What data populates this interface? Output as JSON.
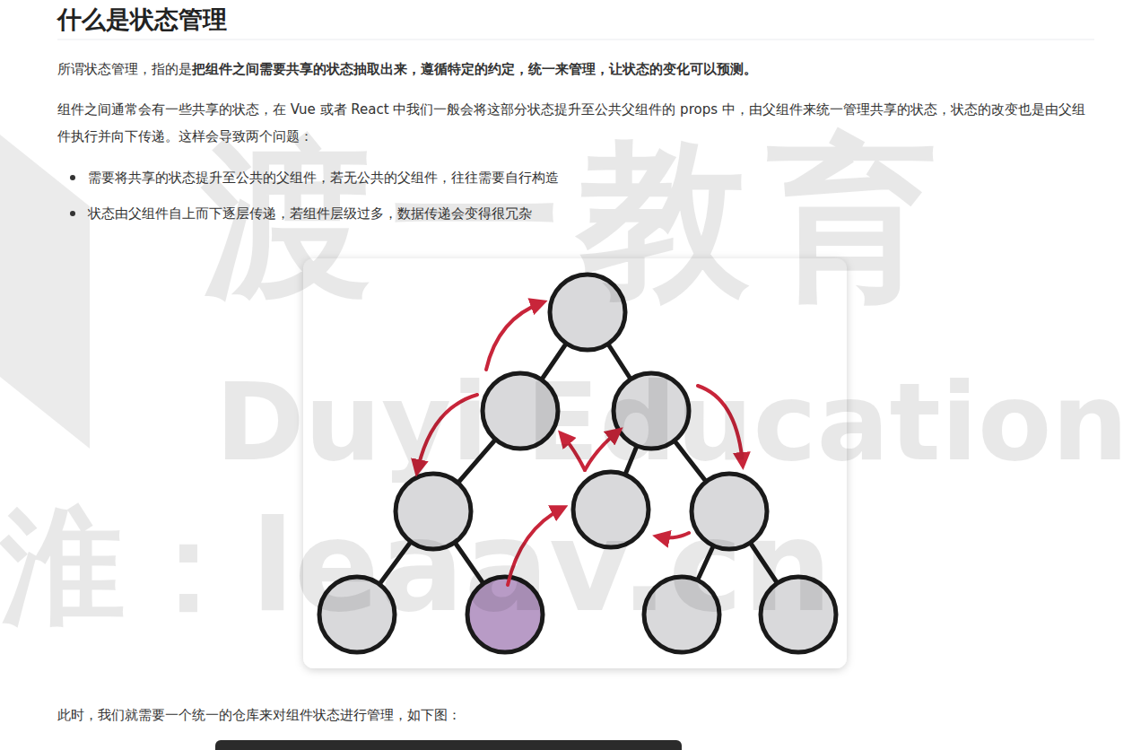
{
  "diagram": {
    "title": "什么是状态管理",
    "labels": [
      "所谓状态管理，指的是",
      "把组件之间需要共享的状态抽取出来，遵循特定的约定，统一来管理，让状态的变化可以预测。",
      "组件之间通常会有一些共享的状态，在 Vue 或者 React 中我们一般会将这部分状态提升至公共父组件的 props 中，由父组件来统一管理共享的状态，状态的改变也是由父组件执行并向下传递。这样会导致两个问题：",
      "需要将共享的状态提升至公共的父组件，若无公共的父组件，往往需要自行构造",
      "状态由父组件自上而下逐层传递，若组件层级过多，数据传递会变得很冗杂",
      "此时，我们就需要一个统一的仓库来对组件状态进行管理，如下图：",
      "渡一教育",
      "Duyi Education",
      "淮：leaav.cn"
    ]
  }
}
